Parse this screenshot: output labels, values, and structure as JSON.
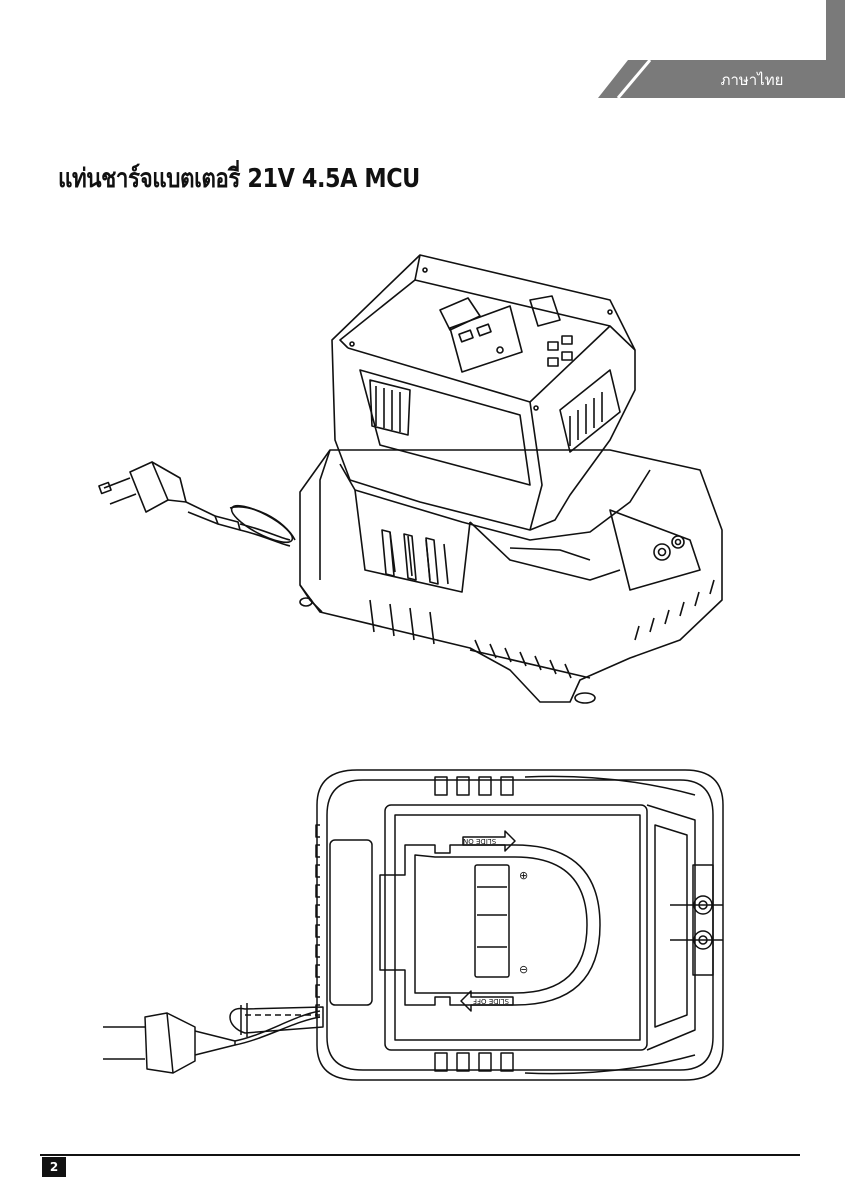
{
  "header": {
    "language_label": "ภาษาไทย"
  },
  "title": "แท่นชาร์จแบตเตอรี่ 21V 4.5A MCU",
  "illustrations": {
    "top_slide_on_label": "SLIDE ON",
    "top_slide_off_label": "SLIDE OFF",
    "plus_symbol": "⊕",
    "minus_symbol": "⊖"
  },
  "footer": {
    "page_number": "2"
  }
}
